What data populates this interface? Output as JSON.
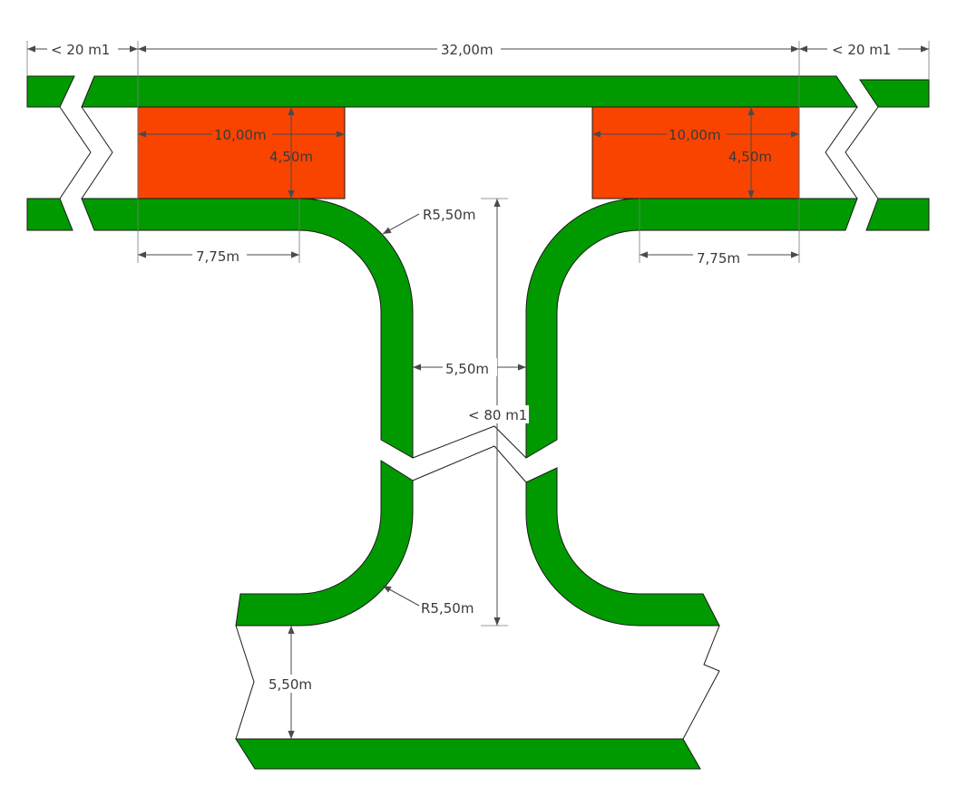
{
  "diagram": {
    "colors": {
      "road": "#009a00",
      "parking": "#f94400",
      "outline": "#1a1a1a",
      "dimension": "#4a4a4a"
    },
    "labels": {
      "left_extension": "< 20 m1",
      "top_width": "32,00m",
      "right_extension": "< 20 m1",
      "left_parking_width": "10,00m",
      "left_parking_depth": "4,50m",
      "right_parking_width": "10,00m",
      "right_parking_depth": "4,50m",
      "left_offset": "7,75m",
      "right_offset": "7,75m",
      "top_radius": "R5,50m",
      "bottom_radius": "R5,50m",
      "stem_width": "5,50m",
      "stem_length": "< 80 m1",
      "bottom_road_gap": "5,50m"
    }
  }
}
